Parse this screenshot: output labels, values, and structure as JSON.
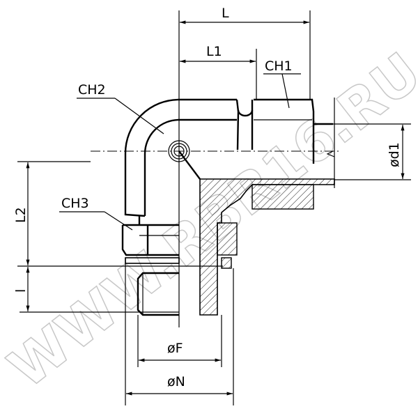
{
  "drawing": {
    "watermark": "WWW.RBR16.RU",
    "labels": {
      "L": "L",
      "L1": "L1",
      "L2": "L2",
      "l": "l",
      "CH1": "CH1",
      "CH2": "CH2",
      "CH3": "CH3",
      "d1": "ød1",
      "F": "øF",
      "N": "øN"
    }
  }
}
